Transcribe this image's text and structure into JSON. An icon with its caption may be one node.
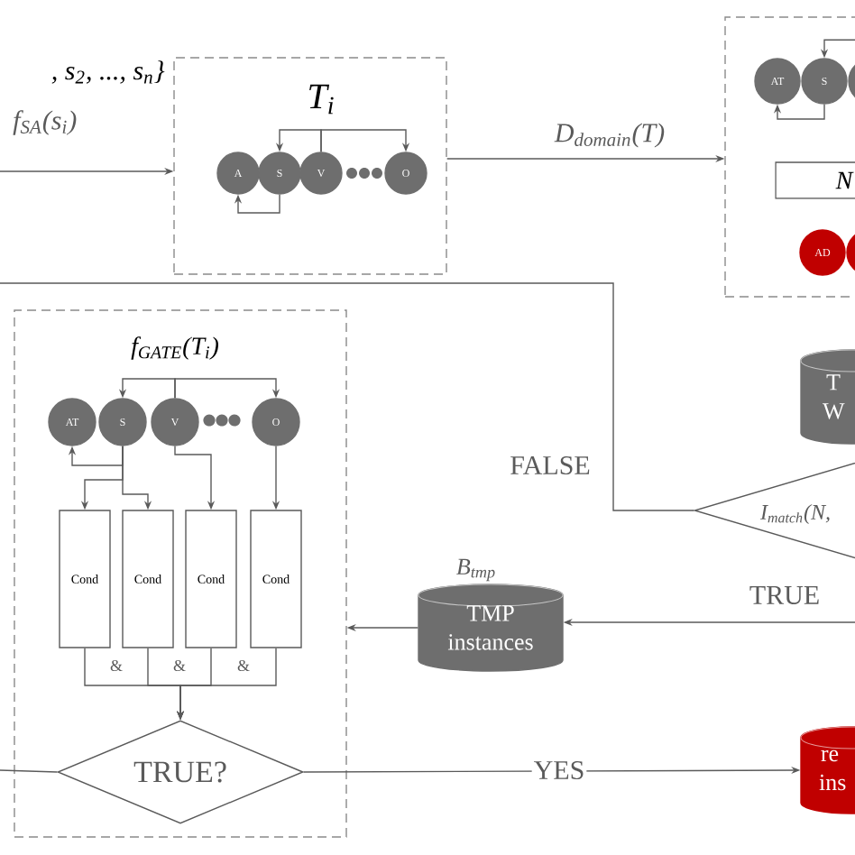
{
  "diagram": {
    "nodes": [
      {
        "text": [
          "T$_{i}$"
        ]
      },
      {
        "text": [
          "A"
        ],
        "in": 0
      },
      {
        "text": [
          "S"
        ],
        "in": 0
      },
      {
        "text": [
          "V"
        ],
        "in": 0
      },
      {
        "text": [
          "O"
        ],
        "in": 0
      },
      {
        "text": [],
        "shape": "box"
      },
      {
        "text": [
          "AT"
        ],
        "in": 5
      },
      {
        "text": [
          "S"
        ],
        "in": 5
      },
      {
        "text": [],
        "shape": "circle",
        "in": 5
      },
      {
        "text": [
          "N"
        ],
        "in": 5
      },
      {
        "text": [
          "AD"
        ],
        "in": 5
      },
      {
        "text": [],
        "shape": "circle",
        "in": 5
      },
      {
        "text": [
          "f$_{GATE}$(T$_{i}$)"
        ]
      },
      {
        "text": [
          "AT"
        ],
        "in": 12
      },
      {
        "text": [
          "S"
        ],
        "in": 12
      },
      {
        "text": [
          "V"
        ],
        "in": 12
      },
      {
        "text": [
          "O"
        ],
        "in": 12
      },
      {
        "text": [
          "Cond"
        ],
        "in": 12
      },
      {
        "text": [
          "Cond"
        ],
        "in": 12
      },
      {
        "text": [
          "Cond"
        ],
        "in": 12
      },
      {
        "text": [
          "Cond"
        ],
        "in": 12
      },
      {
        "text": [
          "TRUE?"
        ],
        "in": 12
      },
      {
        "text": [
          "T W"
        ]
      },
      {
        "text": [
          "I$_{match}$(N,"
        ]
      },
      {
        "text": [
          "TMP instances"
        ],
        "beside": [
          "B$_{tmp}$"
        ]
      },
      {
        "text": [
          "re ins"
        ]
      }
    ],
    "edges": [
      {
        "from": null,
        "to": 0,
        "arrow": "to",
        "label": "f$_{SA}$(s$_{i}$)"
      },
      {
        "from": 3,
        "to": 2,
        "arrow": "to"
      },
      {
        "from": 3,
        "to": 4,
        "arrow": "to"
      },
      {
        "from": 2,
        "to": 1,
        "arrow": "to"
      },
      {
        "from": 0,
        "to": 5,
        "arrow": "to",
        "label": "D$_{domain}$(T)"
      },
      {
        "from": 8,
        "to": 7,
        "arrow": "to"
      },
      {
        "from": 7,
        "to": 6,
        "arrow": "to"
      },
      {
        "from": 15,
        "to": 14,
        "arrow": "to"
      },
      {
        "from": 15,
        "to": 16,
        "arrow": "to"
      },
      {
        "from": 14,
        "to": 13,
        "arrow": "to"
      },
      {
        "from": 14,
        "to": 17,
        "arrow": "to"
      },
      {
        "from": 14,
        "to": 18,
        "arrow": "to"
      },
      {
        "from": 15,
        "to": 19,
        "arrow": "to"
      },
      {
        "from": 16,
        "to": 20,
        "arrow": "to"
      },
      {
        "from": 17,
        "to": 21,
        "arrow": "to"
      },
      {
        "from": 18,
        "to": 21,
        "arrow": "to"
      },
      {
        "from": 19,
        "to": 21,
        "arrow": "to"
      },
      {
        "from": 20,
        "to": 21,
        "arrow": "to"
      },
      {
        "from": 23,
        "to": null,
        "arrow": "none",
        "label": "FALSE"
      },
      {
        "from": null,
        "to": 24,
        "arrow": "to",
        "label": "TRUE"
      },
      {
        "from": 24,
        "to": 12,
        "arrow": "to"
      },
      {
        "from": null,
        "to": 21,
        "arrow": "none"
      },
      {
        "from": 21,
        "to": 25,
        "arrow": "to",
        "label": "YES"
      }
    ],
    "labels": [
      ", s$_{2}$, ..., s$_{n}$}",
      "&",
      "&",
      "&"
    ]
  }
}
